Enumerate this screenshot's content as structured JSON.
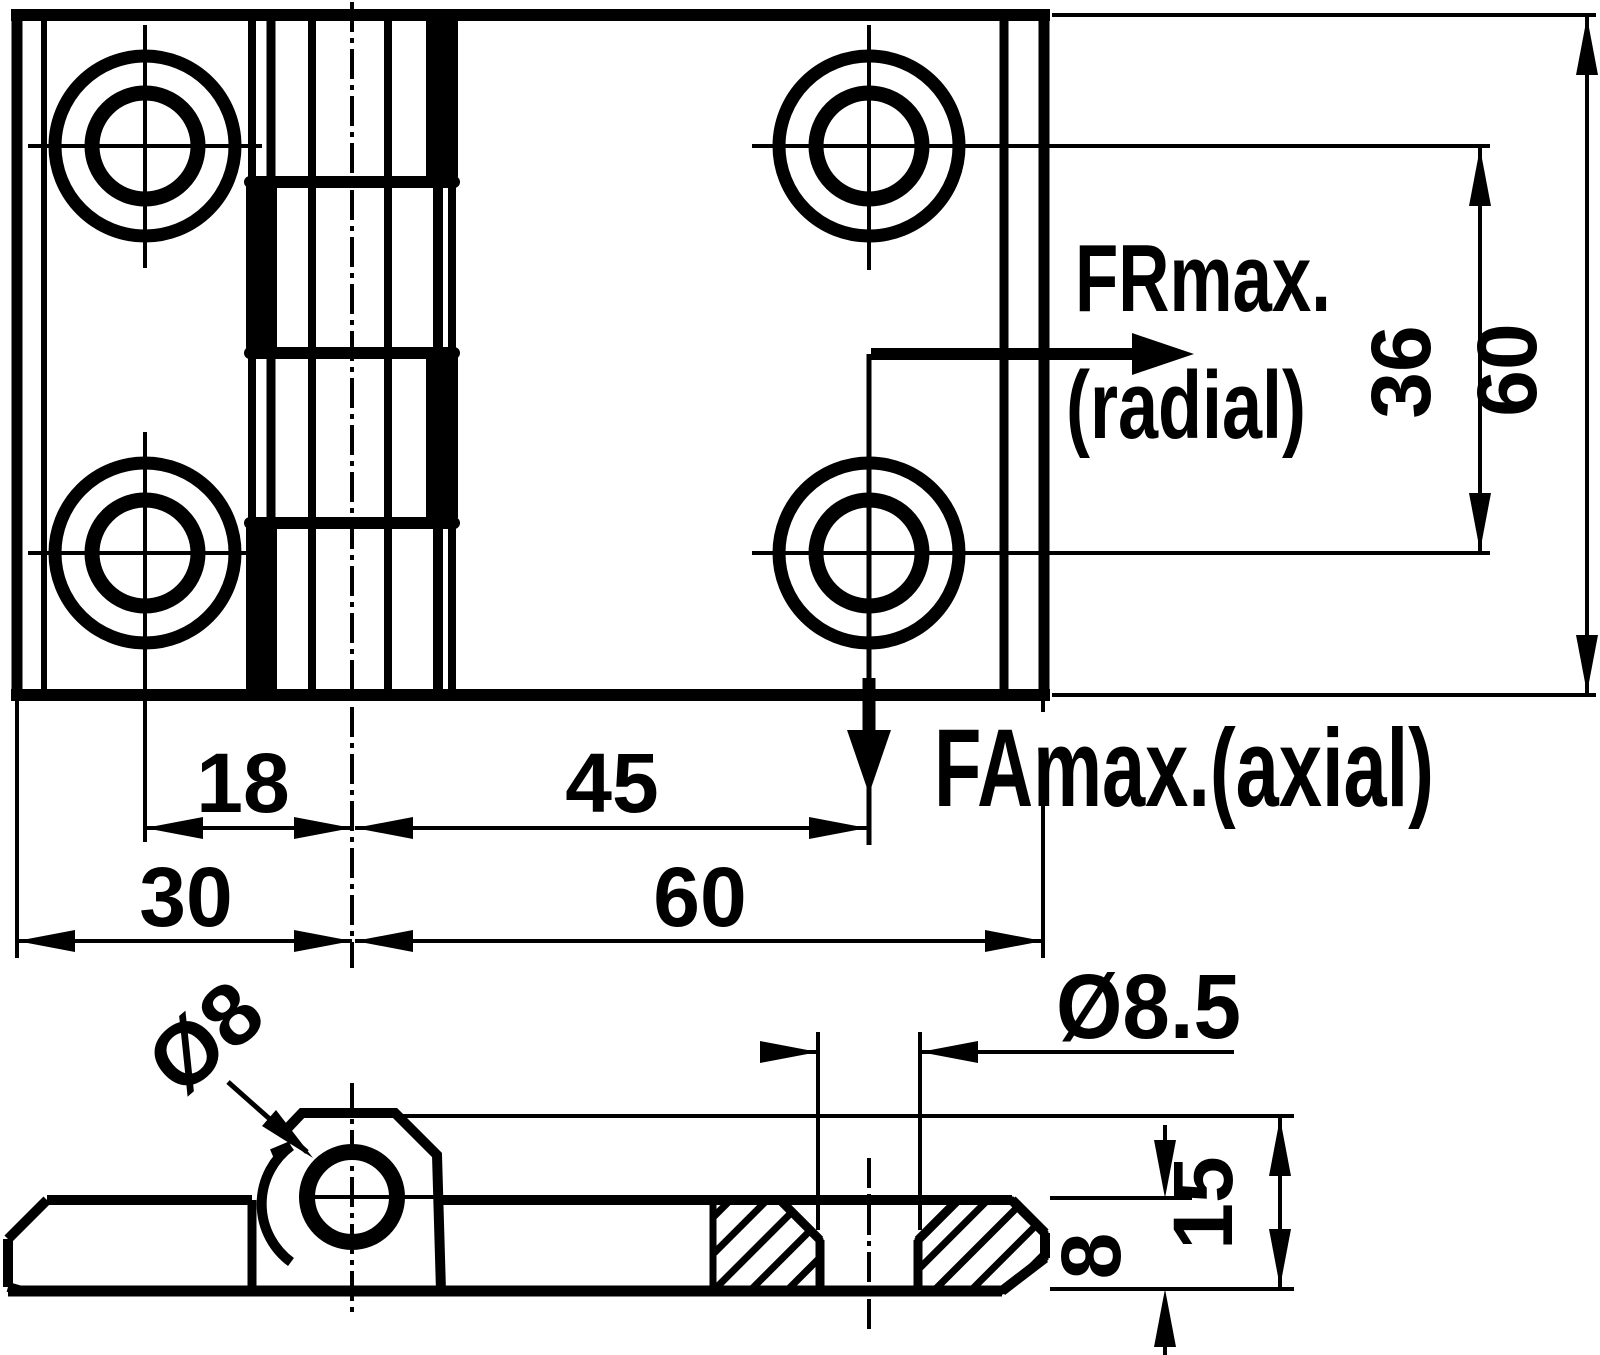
{
  "drawing": {
    "title_semantics": "hinge-technical-drawing",
    "front_view": {
      "force_radial_label": "FRmax.",
      "force_radial_sub": "(radial)",
      "force_axial_label": "FAmax.(axial)",
      "dim_hole_offset": "18",
      "dim_centerline_to_axial": "45",
      "dim_left_leaf_width": "30",
      "dim_right_leaf_width": "60",
      "dim_hole_spacing_vertical": "36",
      "dim_overall_height": "60"
    },
    "side_view": {
      "dim_pin_diameter": "Ø8",
      "dim_mount_hole_diameter": "Ø8.5",
      "dim_overall_thickness": "15",
      "dim_leaf_thickness": "8"
    },
    "colors": {
      "line": "#000000",
      "background": "#ffffff"
    }
  }
}
